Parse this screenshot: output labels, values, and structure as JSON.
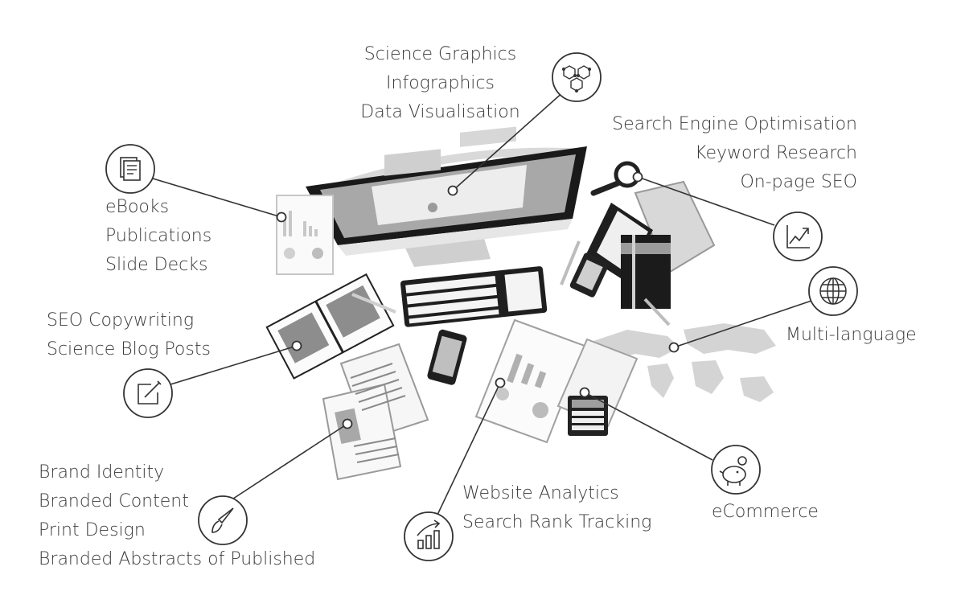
{
  "groups": {
    "science": {
      "lines": [
        "Science Graphics",
        "Infographics",
        "Data Visualisation"
      ],
      "icon": "hexagon-network-icon"
    },
    "seo": {
      "lines": [
        "Search Engine Optimisation",
        "Keyword Research",
        "On-page SEO"
      ],
      "icon": "trend-chart-icon"
    },
    "ebooks": {
      "lines": [
        "eBooks",
        "Publications",
        "Slide Decks"
      ],
      "icon": "documents-icon"
    },
    "copywriting": {
      "lines": [
        "SEO Copywriting",
        "Science Blog Posts"
      ],
      "icon": "edit-note-icon"
    },
    "multilanguage": {
      "lines": [
        "Multi-language"
      ],
      "icon": "globe-icon"
    },
    "brand": {
      "lines": [
        "Brand Identity",
        "Branded Content",
        "Print Design",
        "Branded Abstracts of Published"
      ],
      "icon": "paint-brush-icon"
    },
    "analytics": {
      "lines": [
        "Website Analytics",
        "Search Rank Tracking"
      ],
      "icon": "growth-bars-icon"
    },
    "ecommerce": {
      "lines": [
        "eCommerce"
      ],
      "icon": "piggy-bank-icon"
    }
  },
  "colors": {
    "text": "#3a3a3a",
    "line": "#333333",
    "circle_stroke": "#333333",
    "art_gray": "#bdbdbd",
    "art_dark": "#1e1e1e"
  }
}
